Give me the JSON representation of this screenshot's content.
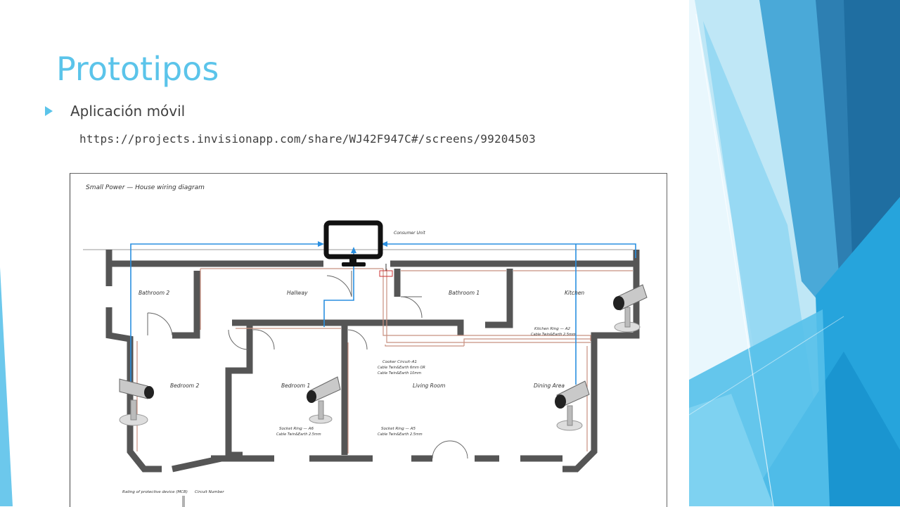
{
  "slide": {
    "title": "Prototipos",
    "bullet": "Aplicación móvil",
    "url": "https://projects.invisionapp.com/share/WJ42F947C#/screens/99204503"
  },
  "diagram": {
    "heading": "Small Power — House wiring diagram",
    "consumer_unit": "Consumer Unit",
    "rooms": {
      "bathroom2": "Bathroom 2",
      "hallway": "Hallway",
      "bathroom1": "Bathroom 1",
      "kitchen": "Kitchen",
      "bedroom2": "Bedroom 2",
      "bedroom1": "Bedroom 1",
      "living": "Living Room",
      "dining": "Dining Area"
    },
    "circuits": {
      "kitchen_ring_1": "Kitchen Ring — A2",
      "kitchen_ring_2": "Cable Twin&Earth 2.5mm",
      "cooker_1": "Cooker Circuit–A1",
      "cooker_2": "Cable Twin&Earth 6mm OR",
      "cooker_3": "Cable Twin&Earth 10mm",
      "socket_a6_1": "Socket Ring — A6",
      "socket_a6_2": "Cable Twin&Earth 2.5mm",
      "socket_a5_1": "Socket Ring — A5",
      "socket_a5_2": "Cable Twin&Earth 2.5mm"
    },
    "footer": {
      "rating": "Rating of protective device (MCB)",
      "circuit_number": "Circuit Number"
    },
    "icons": [
      "monitor-icon",
      "cctv-camera-icon"
    ]
  },
  "colors": {
    "accent": "#5bc4ea",
    "wall": "#555555",
    "wire": "#2a8fe0",
    "cable": "#c89080"
  }
}
